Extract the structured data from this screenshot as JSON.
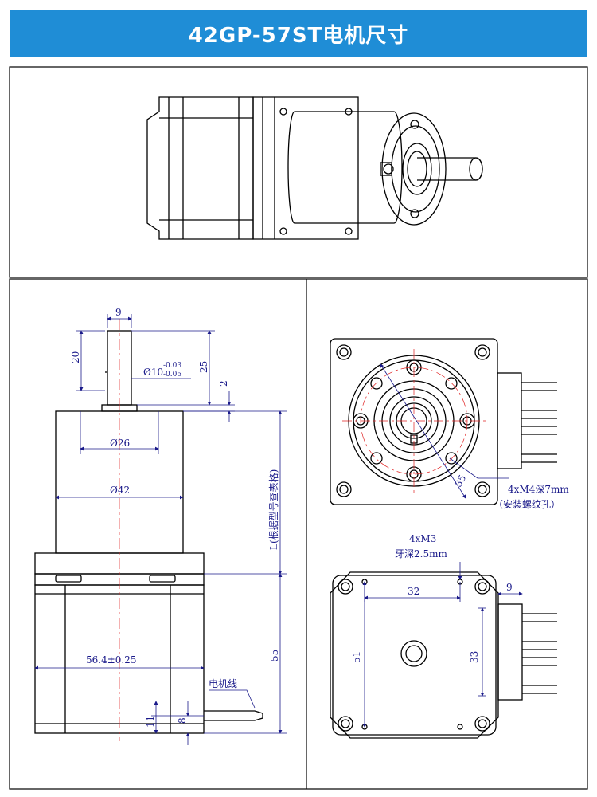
{
  "title": "42GP-57ST电机尺寸",
  "colors": {
    "accent": "#1f8dd6",
    "dimension": "#1a1a8a",
    "centerline": "#e02020",
    "line": "#000000"
  },
  "side_view": {
    "shaft_width": "9",
    "shaft_length": "20",
    "shaft_diameter": "Ø10",
    "shaft_tol_upper": "-0.03",
    "shaft_tol_lower": "-0.05",
    "shaft_total": "25",
    "boss_height": "2",
    "boss_diameter": "Ø26",
    "gearbox_diameter": "Ø42",
    "length_label": "L(根据型号查表格)",
    "motor_width": "56.4±0.25",
    "motor_length": "55",
    "cable_label": "电机线",
    "cable_offset_a": "11",
    "cable_offset_b": "8"
  },
  "front_view": {
    "pcd": "35",
    "mount_note_1": "4xM4深7mm",
    "mount_note_2": "（安装螺纹孔）"
  },
  "rear_view": {
    "thread_note_1": "4xM3",
    "thread_note_2": "牙深2.5mm",
    "hole_spacing_x": "32",
    "hole_spacing_y": "33",
    "height": "51",
    "connector_width": "9"
  }
}
